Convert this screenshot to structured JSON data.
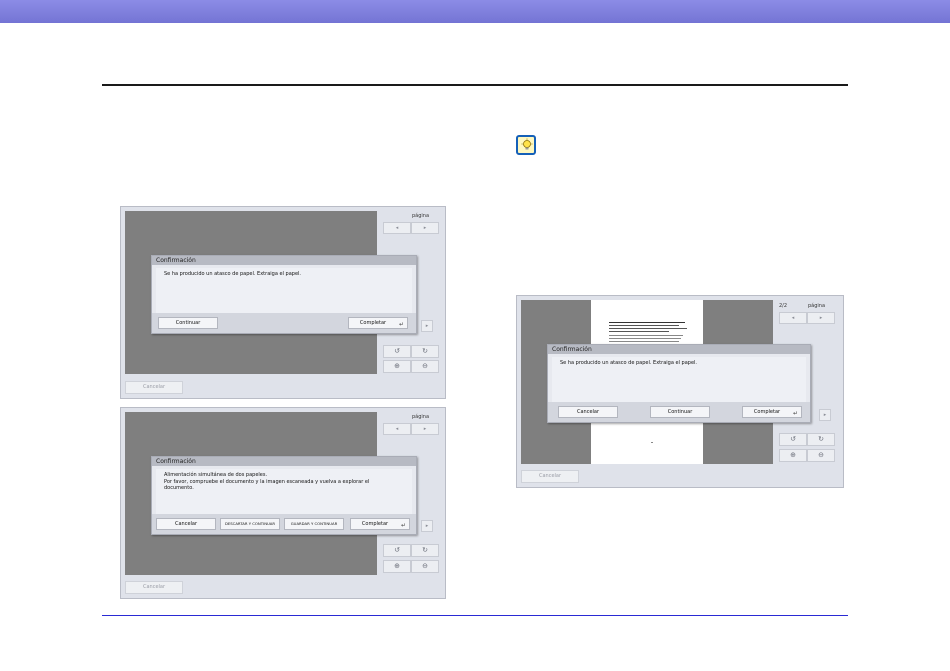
{
  "screen1": {
    "page_label": "página",
    "nav_prev": "◂",
    "nav_next": "▸",
    "tool_rotate_left": "↺",
    "tool_rotate_right": "↻",
    "tool_zoom_in": "⊕",
    "tool_zoom_out": "⊖",
    "arrow": "▸",
    "cancel_label": "Cancelar",
    "dialog": {
      "title": "Confirmación",
      "message": "Se ha producido un atasco de papel. Extraiga el papel.",
      "buttons": [
        "Continuar",
        "Completar"
      ]
    }
  },
  "screen2": {
    "page_label": "página",
    "nav_prev": "◂",
    "nav_next": "▸",
    "tool_rotate_left": "↺",
    "tool_rotate_right": "↻",
    "tool_zoom_in": "⊕",
    "tool_zoom_out": "⊖",
    "arrow": "▸",
    "cancel_label": "Cancelar",
    "dialog": {
      "title": "Confirmación",
      "message_line1": "Alimentación simultánea de dos papeles.",
      "message_line2": "Por favor, compruebe el documento y la imagen escaneada y vuelva a explorar el",
      "message_line3": "documento.",
      "buttons": [
        "Cancelar",
        "DESCARTAR Y CONTINUAR",
        "GUARDAR Y CONTINUAR",
        "Completar"
      ]
    }
  },
  "screen3": {
    "page_count": "2/2",
    "page_label": "página",
    "nav_prev": "◂",
    "nav_next": "▸",
    "tool_rotate_left": "↺",
    "tool_rotate_right": "↻",
    "tool_zoom_in": "⊕",
    "tool_zoom_out": "⊖",
    "arrow": "▸",
    "cancel_label": "Cancelar",
    "dialog": {
      "title": "Confirmación",
      "message": "Se ha producido un atasco de papel. Extraiga el papel.",
      "buttons": [
        "Cancelar",
        "Continuar",
        "Completar"
      ]
    }
  },
  "icons": {
    "enter": "↵",
    "hint": "lightbulb-icon"
  },
  "colors": {
    "top_bar": "#7c7cdc",
    "bottom_rule": "#2a2ad4",
    "hint_border": "#1560b8"
  }
}
